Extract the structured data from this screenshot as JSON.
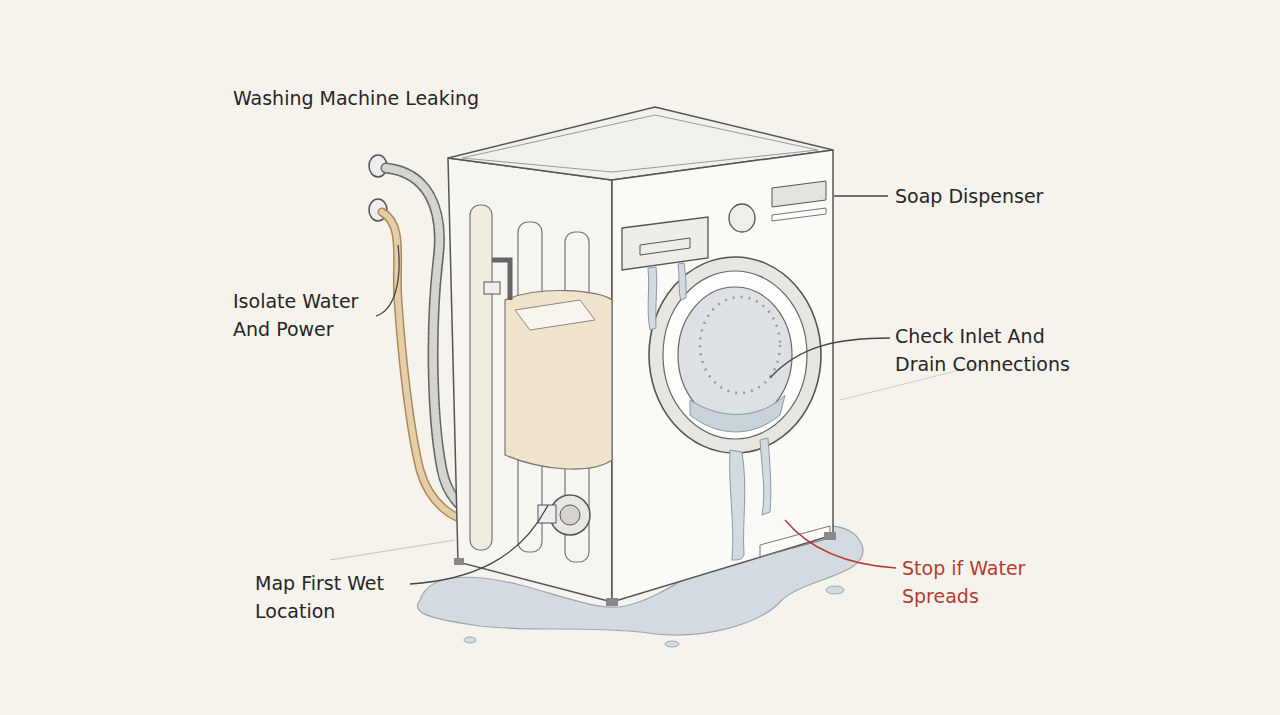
{
  "diagram": {
    "title": "Washing Machine Leaking",
    "labels": [
      "Soap Dispenser",
      "Isolate Water And Power",
      "Check Inlet And Drain Connections",
      "Map First Wet Location",
      "Stop if Water Spreads"
    ]
  }
}
